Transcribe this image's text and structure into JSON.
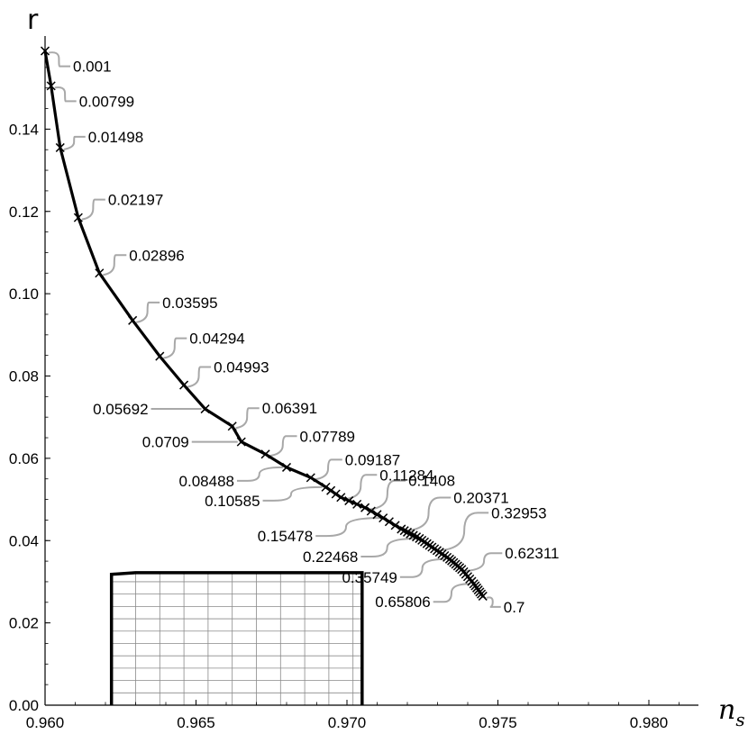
{
  "chart_data": {
    "type": "line",
    "xlabel": "n",
    "xlabel_sub": "s",
    "ylabel": "r",
    "xlim": [
      0.96,
      0.982
    ],
    "ylim": [
      0,
      0.16
    ],
    "x_ticks": [
      0.96,
      0.965,
      0.97,
      0.975,
      0.98
    ],
    "x_tick_labels": [
      "0.960",
      "0.965",
      "0.970",
      "0.975",
      "0.980"
    ],
    "y_ticks": [
      0.0,
      0.02,
      0.04,
      0.06,
      0.08,
      0.1,
      0.12,
      0.14
    ],
    "y_tick_labels": [
      "0.00",
      "0.02",
      "0.04",
      "0.06",
      "0.08",
      "0.10",
      "0.12",
      "0.14"
    ],
    "series": [
      {
        "line_color": "#000000",
        "marker": "x",
        "points": [
          [
            0.96,
            0.159
          ],
          [
            0.9602,
            0.1505
          ],
          [
            0.9605,
            0.1355
          ],
          [
            0.9611,
            0.1185
          ],
          [
            0.9618,
            0.105
          ],
          [
            0.9629,
            0.0935
          ],
          [
            0.9638,
            0.0848
          ],
          [
            0.9646,
            0.0778
          ],
          [
            0.9653,
            0.072
          ],
          [
            0.9662,
            0.0678
          ],
          [
            0.9665,
            0.064
          ],
          [
            0.9673,
            0.061
          ],
          [
            0.968,
            0.0578
          ],
          [
            0.9688,
            0.0553
          ],
          [
            0.9693,
            0.053
          ],
          [
            0.9698,
            0.0505
          ],
          [
            0.9706,
            0.048
          ],
          [
            0.9712,
            0.0455
          ],
          [
            0.9718,
            0.0428
          ],
          [
            0.9724,
            0.0405
          ],
          [
            0.9729,
            0.038
          ],
          [
            0.9734,
            0.0355
          ],
          [
            0.9738,
            0.033
          ],
          [
            0.9742,
            0.0295
          ],
          [
            0.9745,
            0.0265
          ]
        ]
      }
    ],
    "annotations": [
      {
        "text": "0.001",
        "x": 0.96,
        "y": 0.159
      },
      {
        "text": "0.00799",
        "x": 0.9602,
        "y": 0.1505
      },
      {
        "text": "0.01498",
        "x": 0.9605,
        "y": 0.1355
      },
      {
        "text": "0.02197",
        "x": 0.9611,
        "y": 0.1185
      },
      {
        "text": "0.02896",
        "x": 0.9618,
        "y": 0.105
      },
      {
        "text": "0.03595",
        "x": 0.9629,
        "y": 0.0935
      },
      {
        "text": "0.04294",
        "x": 0.9638,
        "y": 0.0848
      },
      {
        "text": "0.04993",
        "x": 0.9646,
        "y": 0.0778
      },
      {
        "text": "0.05692",
        "x": 0.9653,
        "y": 0.072
      },
      {
        "text": "0.06391",
        "x": 0.9662,
        "y": 0.0678
      },
      {
        "text": "0.0709",
        "x": 0.9665,
        "y": 0.064
      },
      {
        "text": "0.07789",
        "x": 0.9673,
        "y": 0.061
      },
      {
        "text": "0.08488",
        "x": 0.968,
        "y": 0.0578
      },
      {
        "text": "0.09187",
        "x": 0.9688,
        "y": 0.0553
      },
      {
        "text": "0.10585",
        "x": 0.9693,
        "y": 0.053
      },
      {
        "text": "0.11284",
        "x": 0.9698,
        "y": 0.0505
      },
      {
        "text": "0.1408",
        "x": 0.9706,
        "y": 0.048
      },
      {
        "text": "0.15478",
        "x": 0.9712,
        "y": 0.0455
      },
      {
        "text": "0.20371",
        "x": 0.9718,
        "y": 0.0428
      },
      {
        "text": "0.22468",
        "x": 0.9724,
        "y": 0.0405
      },
      {
        "text": "0.32953",
        "x": 0.9729,
        "y": 0.038
      },
      {
        "text": "0.35749",
        "x": 0.9734,
        "y": 0.0355
      },
      {
        "text": "0.62311",
        "x": 0.9738,
        "y": 0.033
      },
      {
        "text": "0.65806",
        "x": 0.9742,
        "y": 0.0295
      },
      {
        "text": "0.7",
        "x": 0.9745,
        "y": 0.0265
      }
    ],
    "region": {
      "outline": [
        [
          0.9622,
          0.0
        ],
        [
          0.9622,
          0.0318
        ],
        [
          0.963,
          0.0322
        ],
        [
          0.9705,
          0.0322
        ],
        [
          0.9705,
          0.0
        ]
      ],
      "mesh_x": [
        0.9622,
        0.963,
        0.9638,
        0.9646,
        0.9654,
        0.9662,
        0.967,
        0.9678,
        0.9686,
        0.9694,
        0.9702
      ],
      "mesh_y": [
        0.003,
        0.006,
        0.009,
        0.012,
        0.015,
        0.018,
        0.021,
        0.024,
        0.027,
        0.03
      ]
    },
    "grid": false,
    "legend": "none"
  }
}
